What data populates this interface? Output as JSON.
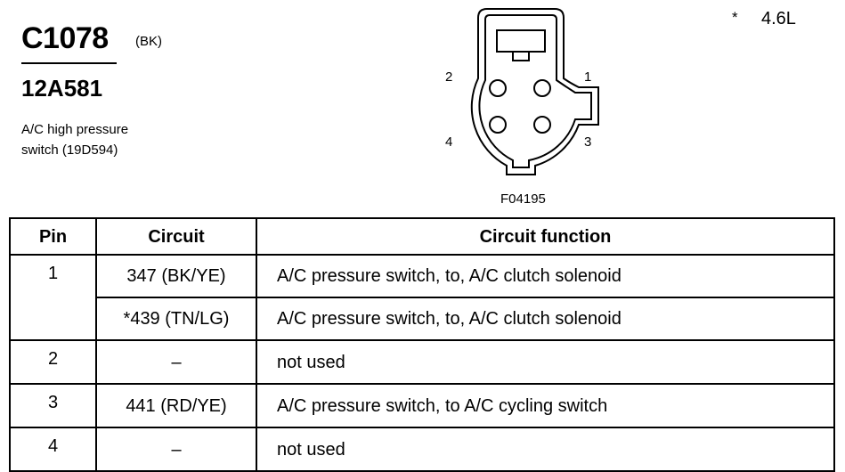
{
  "header": {
    "connector_id": "C1078",
    "color_code": "(BK)",
    "part_number": "12A581",
    "description_line1": "A/C high pressure",
    "description_line2": "switch (19D594)"
  },
  "note": {
    "marker": "*",
    "text": "4.6L"
  },
  "diagram": {
    "figure_id": "F04195",
    "pin_labels": [
      "1",
      "2",
      "3",
      "4"
    ]
  },
  "table": {
    "headers": {
      "pin": "Pin",
      "circuit": "Circuit",
      "function": "Circuit function"
    },
    "rows": [
      {
        "pin": "1",
        "circuit": "347 (BK/YE)",
        "function": "A/C pressure switch, to, A/C clutch solenoid"
      },
      {
        "pin": "",
        "circuit": "*439 (TN/LG)",
        "function": "A/C pressure switch, to, A/C clutch solenoid"
      },
      {
        "pin": "2",
        "circuit": "–",
        "function": "not used"
      },
      {
        "pin": "3",
        "circuit": "441 (RD/YE)",
        "function": "A/C pressure switch, to A/C cycling switch"
      },
      {
        "pin": "4",
        "circuit": "–",
        "function": "not used"
      }
    ]
  }
}
